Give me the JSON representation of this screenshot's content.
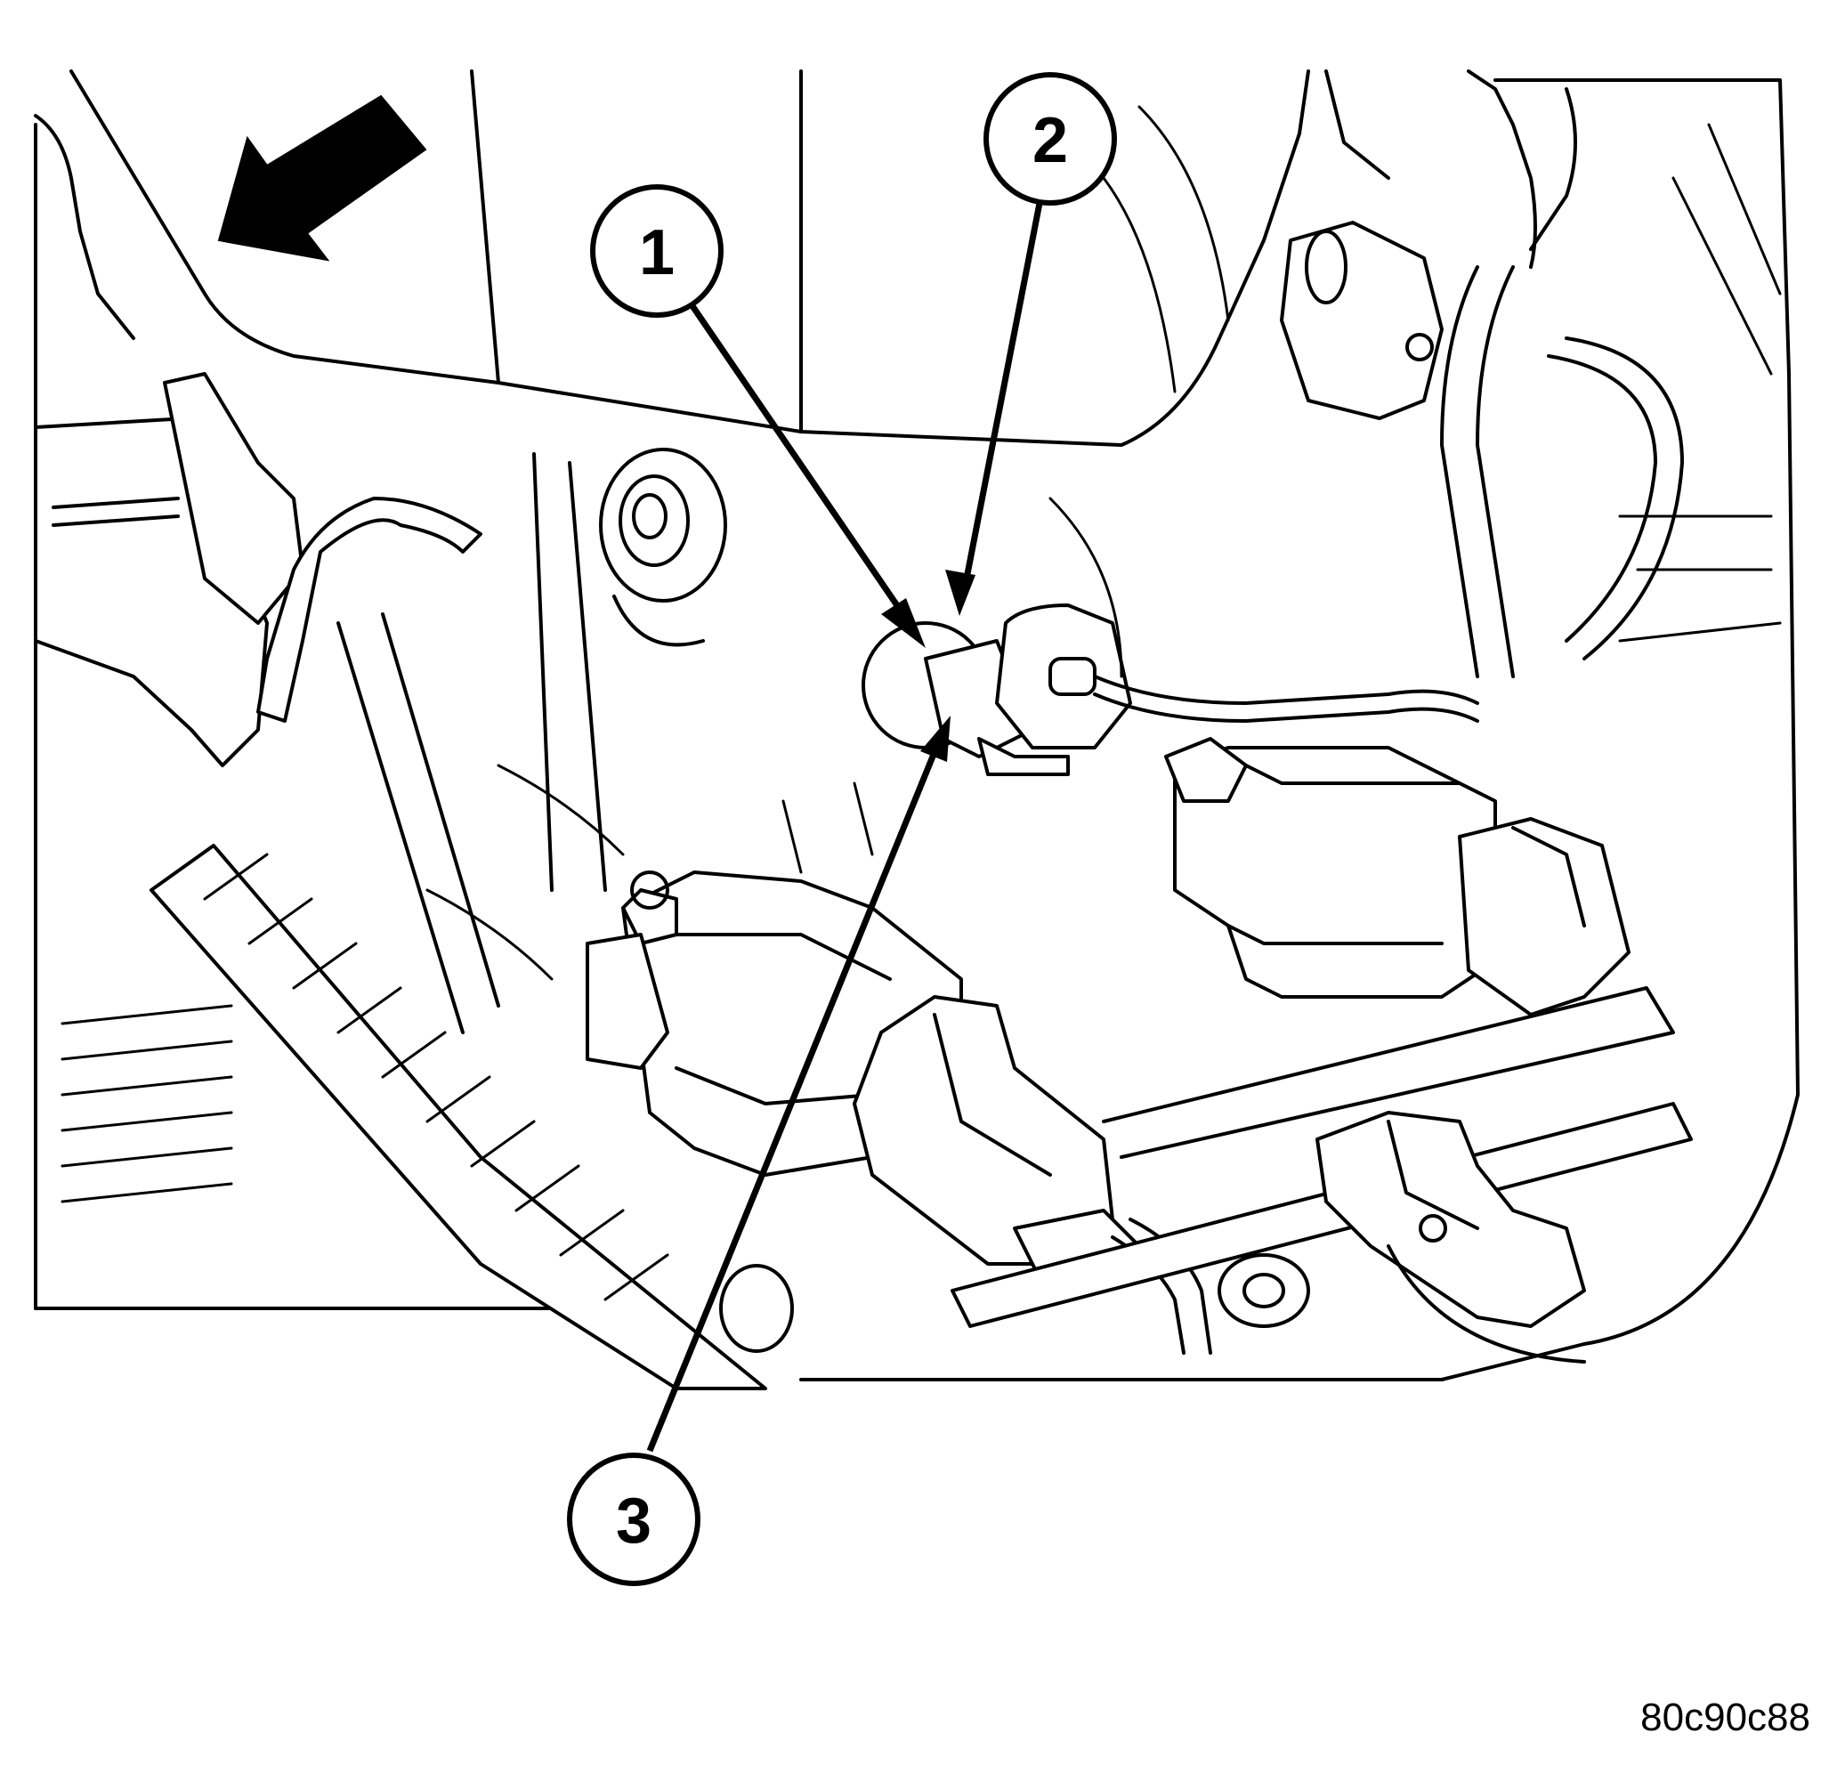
{
  "callouts": [
    {
      "number": "1"
    },
    {
      "number": "2"
    },
    {
      "number": "3"
    }
  ],
  "figure_id": "80c90c88",
  "colors": {
    "ink": "#000000",
    "paper": "#ffffff"
  },
  "icons": {
    "direction_arrow": "forward-arrow-icon"
  }
}
